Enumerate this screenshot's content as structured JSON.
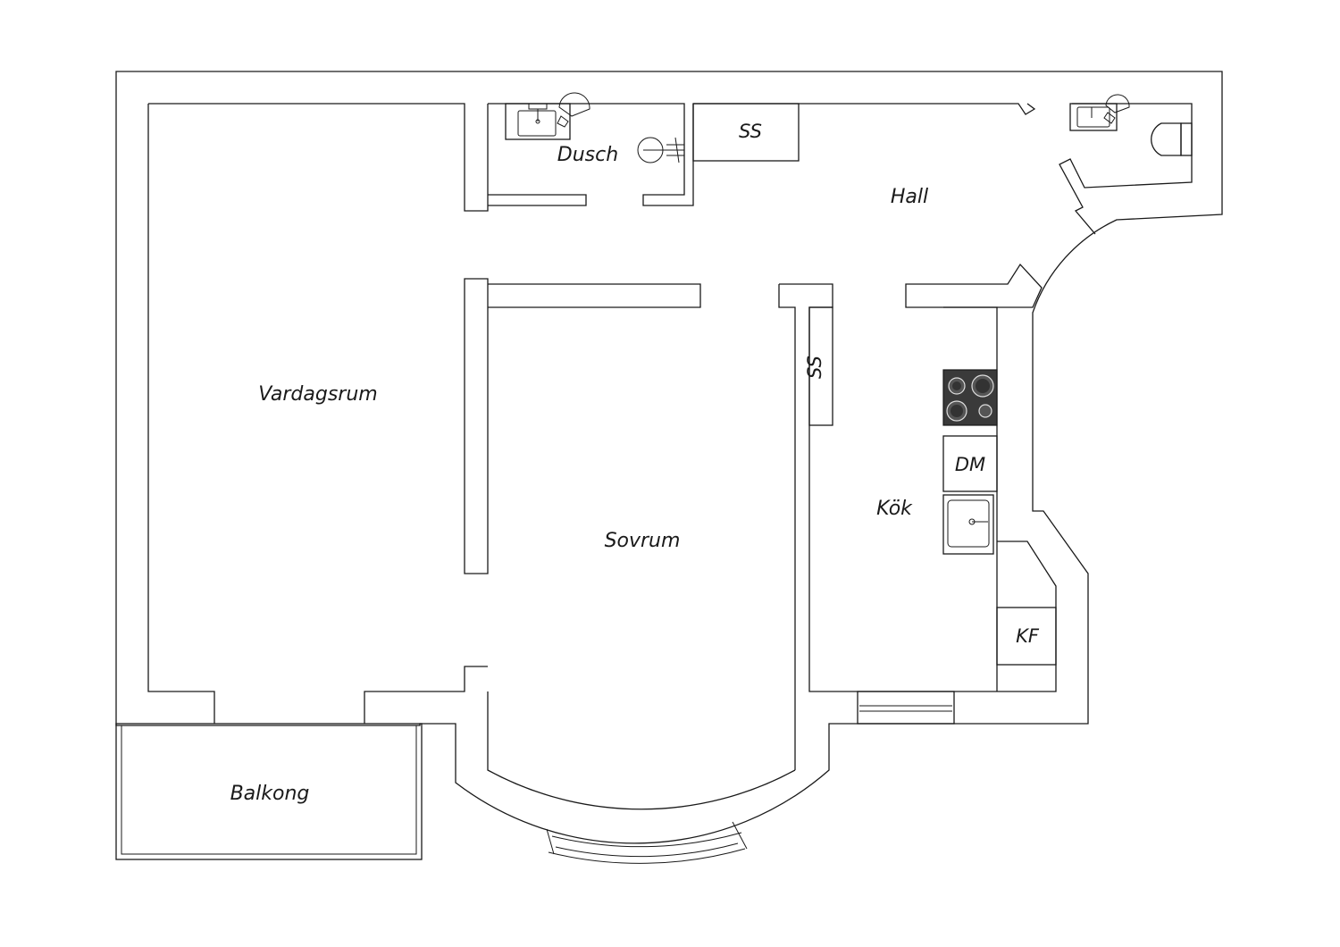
{
  "rooms": {
    "vardagsrum": "Vardagsrum",
    "sovrum": "Sovrum",
    "kok": "Kök",
    "hall": "Hall",
    "dusch": "Dusch",
    "balkong": "Balkong"
  },
  "appliances": {
    "ss_hall": "SS",
    "ss_sovrum": "SS",
    "dm": "DM",
    "kf": "KF"
  },
  "colors": {
    "line": "#1a1a1a",
    "background": "#ffffff",
    "stove": "#3a3a3a"
  }
}
